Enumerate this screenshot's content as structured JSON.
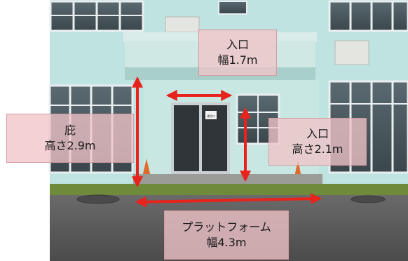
{
  "labels": {
    "entrance_width": {
      "line1": "入口",
      "line2": "幅1.7m"
    },
    "eave_height": {
      "line1": "庇",
      "line2": "高さ2.9m"
    },
    "entrance_height": {
      "line1": "入口",
      "line2": "高さ2.1m"
    },
    "platform_width": {
      "line1": "プラットフォーム",
      "line2": "幅4.3m"
    }
  },
  "door_sign": "通用口",
  "colors": {
    "wall": "#bfe3e0",
    "arrow": "#e8231c",
    "label_fill": "#f0c4c8",
    "asphalt": "#5c5c5c",
    "grass": "#6e8a3a"
  }
}
